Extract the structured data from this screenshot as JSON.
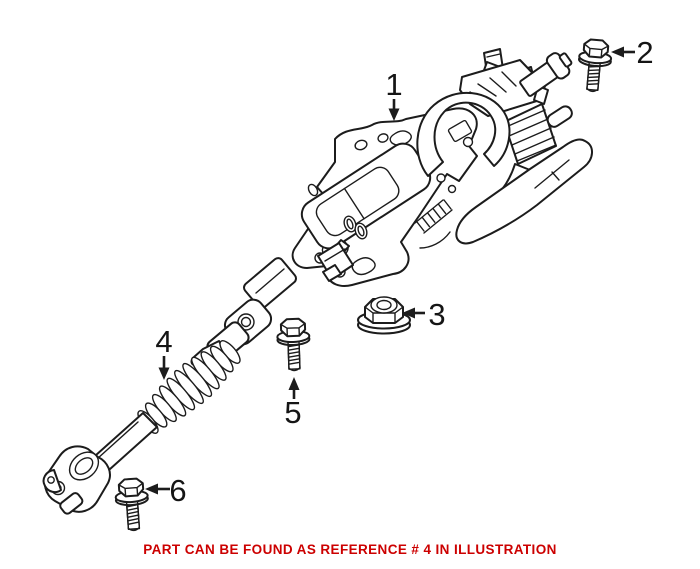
{
  "colors": {
    "background": "#ffffff",
    "line": "#1c1c1c",
    "label": "#151515",
    "caption_red": "#cc0000"
  },
  "callouts": [
    {
      "number": "1"
    },
    {
      "number": "2"
    },
    {
      "number": "3"
    },
    {
      "number": "4"
    },
    {
      "number": "5"
    },
    {
      "number": "6"
    }
  ],
  "caption": {
    "text": "PART CAN BE FOUND AS REFERENCE # 4 IN ILLUSTRATION",
    "color": "#cc0000"
  }
}
